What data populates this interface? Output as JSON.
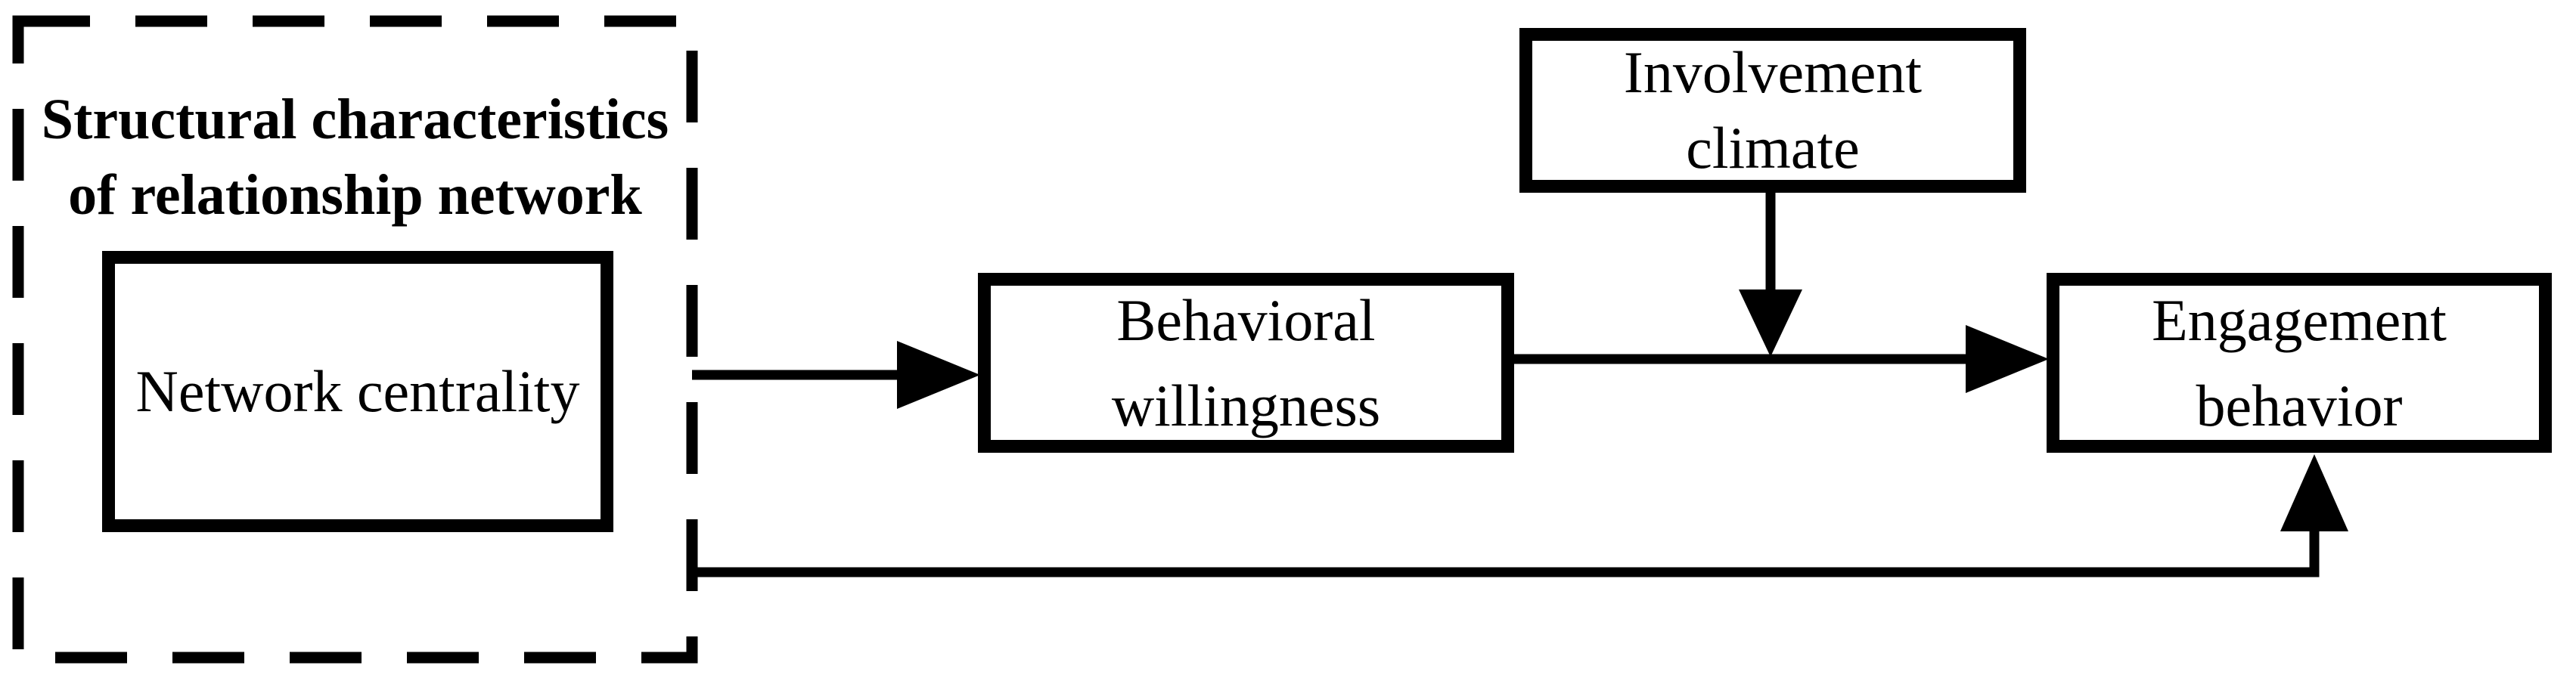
{
  "theme": {
    "ink": "#000000",
    "bg": "#ffffff"
  },
  "diagram": {
    "group": {
      "title_lines": [
        "Structural characteristics",
        "of relationship network"
      ],
      "border_style": "dashed"
    },
    "nodes": {
      "network_centrality": {
        "lines": [
          "Network centrality"
        ]
      },
      "behavioral_willingness": {
        "lines": [
          "Behavioral",
          "willingness"
        ]
      },
      "involvement_climate": {
        "lines": [
          "Involvement",
          "climate"
        ]
      },
      "engagement_behavior": {
        "lines": [
          "Engagement",
          "behavior"
        ]
      }
    },
    "edges": [
      {
        "from": "structural-characteristics-group",
        "to": "behavioral-willingness",
        "style": "solid-arrow"
      },
      {
        "from": "behavioral-willingness",
        "to": "engagement-behavior",
        "style": "solid-arrow"
      },
      {
        "from": "involvement-climate",
        "to": "behavioral-willingness-engagement-behavior-path",
        "style": "solid-arrow"
      },
      {
        "from": "structural-characteristics-group",
        "to": "engagement-behavior",
        "style": "solid-arrow"
      }
    ]
  }
}
